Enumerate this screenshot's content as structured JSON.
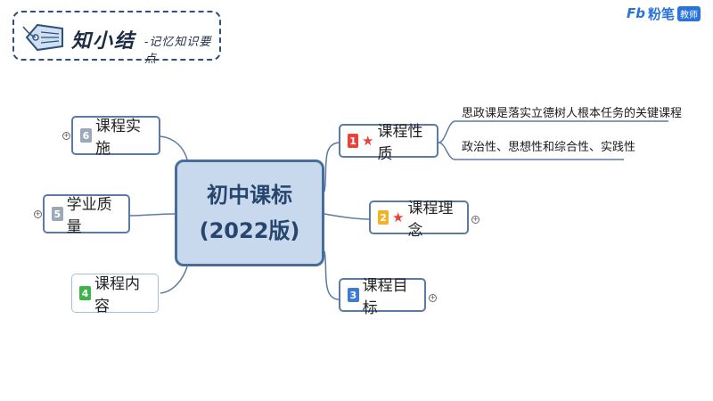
{
  "header": {
    "title": "知小结",
    "subtitle": "-记忆知识要点"
  },
  "brand": {
    "logo": "Fb",
    "name": "粉笔",
    "badge": "教师"
  },
  "center": {
    "line1": "初中课标",
    "line2": "(2022版)"
  },
  "nodes": [
    {
      "num": "1",
      "star": true,
      "label": "课程性质",
      "num_color": "#e8423a"
    },
    {
      "num": "2",
      "star": true,
      "label": "课程理念",
      "num_color": "#f1b226"
    },
    {
      "num": "3",
      "star": false,
      "label": "课程目标",
      "num_color": "#3d7bd6"
    },
    {
      "num": "4",
      "star": false,
      "label": "课程内容",
      "num_color": "#3cb44b"
    },
    {
      "num": "5",
      "star": false,
      "label": "学业质量",
      "num_color": "#9aa8b8"
    },
    {
      "num": "6",
      "star": false,
      "label": "课程实施",
      "num_color": "#9aa8b8"
    }
  ],
  "star_glyph": "★",
  "node1_children": [
    "思政课是落实立德树人根本任务的关键课程",
    "政治性、思想性和综合性、实践性"
  ]
}
